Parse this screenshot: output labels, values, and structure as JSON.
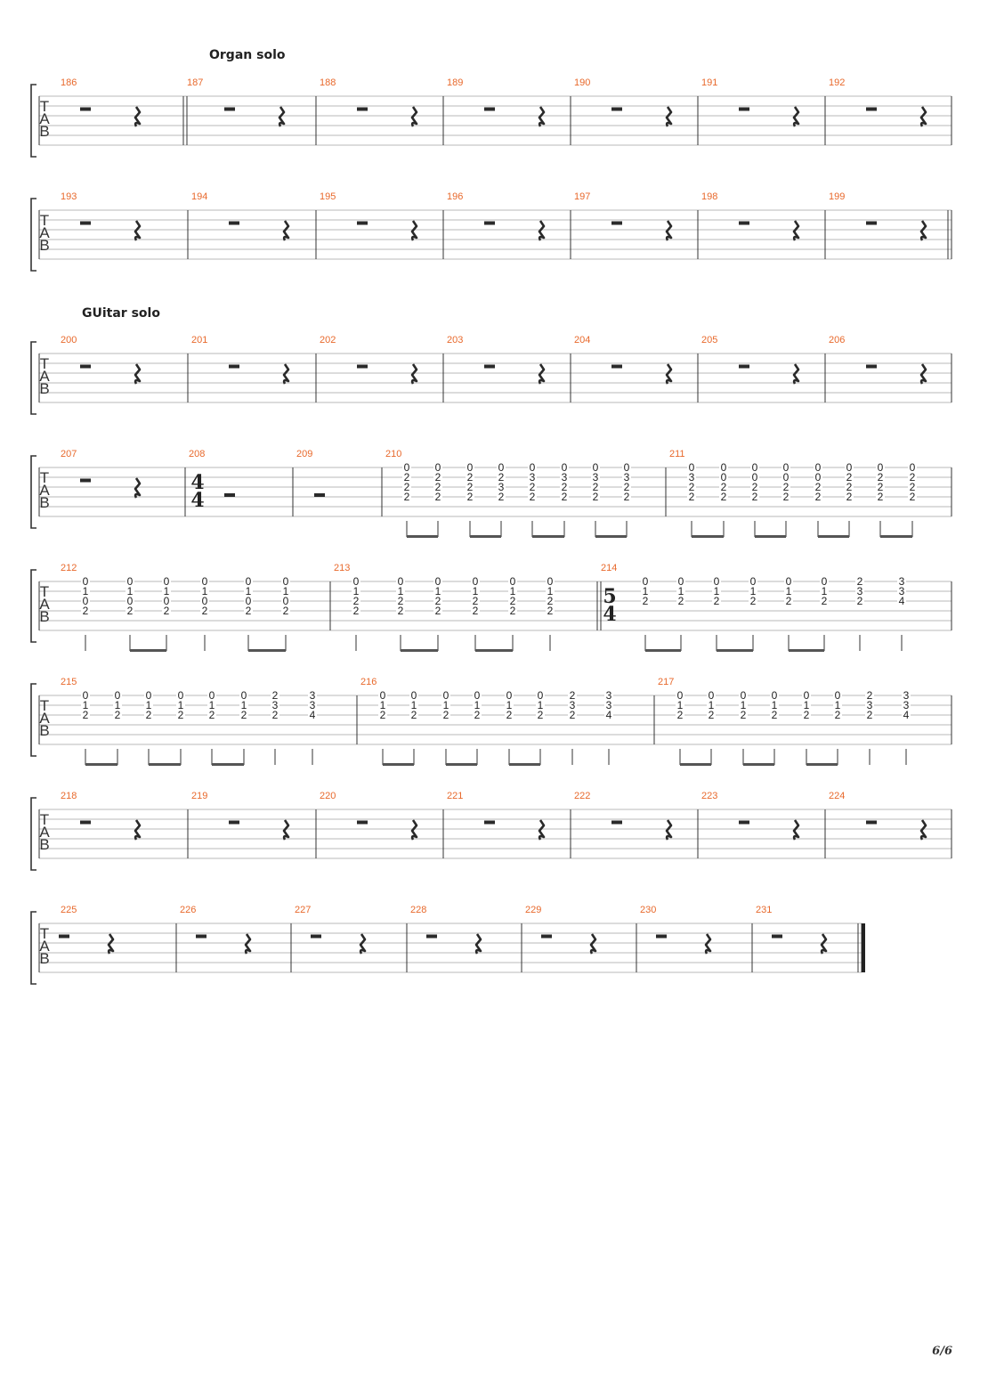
{
  "labels": {
    "organ_solo": "Organ solo",
    "guitar_solo": "GUitar solo"
  },
  "tab_clef": [
    "T",
    "A",
    "B"
  ],
  "page_number": "6/6",
  "accent_color": "#e8692c",
  "systems": [
    {
      "measures": [
        {
          "number": "186",
          "type": "rest"
        },
        {
          "number": "187",
          "type": "rest"
        },
        {
          "number": "188",
          "type": "rest"
        },
        {
          "number": "189",
          "type": "rest"
        },
        {
          "number": "190",
          "type": "rest"
        },
        {
          "number": "191",
          "type": "rest"
        },
        {
          "number": "192",
          "type": "rest"
        }
      ]
    },
    {
      "measures": [
        {
          "number": "193",
          "type": "rest"
        },
        {
          "number": "194",
          "type": "rest"
        },
        {
          "number": "195",
          "type": "rest"
        },
        {
          "number": "196",
          "type": "rest"
        },
        {
          "number": "197",
          "type": "rest"
        },
        {
          "number": "198",
          "type": "rest"
        },
        {
          "number": "199",
          "type": "rest"
        }
      ]
    },
    {
      "measures": [
        {
          "number": "200",
          "type": "rest"
        },
        {
          "number": "201",
          "type": "rest"
        },
        {
          "number": "202",
          "type": "rest"
        },
        {
          "number": "203",
          "type": "rest"
        },
        {
          "number": "204",
          "type": "rest"
        },
        {
          "number": "205",
          "type": "rest"
        },
        {
          "number": "206",
          "type": "rest"
        }
      ]
    },
    {
      "measures": [
        {
          "number": "207",
          "type": "rest"
        },
        {
          "number": "208",
          "type": "whole",
          "time_signature": [
            "4",
            "4"
          ]
        },
        {
          "number": "209",
          "type": "whole"
        },
        {
          "number": "210",
          "type": "notes",
          "beam": [
            [
              0,
              1
            ],
            [
              2,
              3
            ],
            [
              4,
              5
            ],
            [
              6,
              7
            ]
          ],
          "chords": [
            [
              "0",
              "2",
              "2",
              "2"
            ],
            [
              "0",
              "2",
              "2",
              "2"
            ],
            [
              "0",
              "2",
              "2",
              "2"
            ],
            [
              "0",
              "2",
              "3",
              "2"
            ],
            [
              "0",
              "3",
              "2",
              "2"
            ],
            [
              "0",
              "3",
              "2",
              "2"
            ],
            [
              "0",
              "3",
              "2",
              "2"
            ],
            [
              "0",
              "3",
              "2",
              "2"
            ]
          ]
        },
        {
          "number": "211",
          "type": "notes",
          "beam": [
            [
              0,
              1
            ],
            [
              2,
              3
            ],
            [
              4,
              5
            ],
            [
              6,
              7
            ]
          ],
          "chords": [
            [
              "0",
              "3",
              "2",
              "2"
            ],
            [
              "0",
              "0",
              "2",
              "2"
            ],
            [
              "0",
              "0",
              "2",
              "2"
            ],
            [
              "0",
              "0",
              "2",
              "2"
            ],
            [
              "0",
              "0",
              "2",
              "2"
            ],
            [
              "0",
              "2",
              "2",
              "2"
            ],
            [
              "0",
              "2",
              "2",
              "2"
            ],
            [
              "0",
              "2",
              "2",
              "2"
            ]
          ]
        }
      ]
    },
    {
      "measures": [
        {
          "number": "212",
          "type": "notes",
          "beam": [
            [
              0
            ],
            [
              1,
              2
            ],
            [
              3
            ],
            [
              4,
              5
            ]
          ],
          "chords": [
            [
              "0",
              "1",
              "0",
              "2"
            ],
            [
              "0",
              "1",
              "0",
              "2"
            ],
            [
              "0",
              "1",
              "0",
              "2"
            ],
            [
              "0",
              "1",
              "0",
              "2"
            ],
            [
              "0",
              "1",
              "0",
              "2"
            ],
            [
              "0",
              "1",
              "0",
              "2"
            ]
          ]
        },
        {
          "number": "213",
          "type": "notes",
          "beam": [
            [
              0
            ],
            [
              1,
              2
            ],
            [
              3,
              4
            ],
            [
              5
            ]
          ],
          "chords": [
            [
              "0",
              "1",
              "2",
              "2"
            ],
            [
              "0",
              "1",
              "2",
              "2"
            ],
            [
              "0",
              "1",
              "2",
              "2"
            ],
            [
              "0",
              "1",
              "2",
              "2"
            ],
            [
              "0",
              "1",
              "2",
              "2"
            ],
            [
              "0",
              "1",
              "2",
              "2"
            ]
          ]
        },
        {
          "number": "214",
          "type": "notes",
          "time_signature": [
            "5",
            "4"
          ],
          "beam": [
            [
              0,
              1
            ],
            [
              2,
              3
            ],
            [
              4,
              5
            ],
            [
              6
            ],
            [
              7
            ]
          ],
          "chords": [
            [
              "0",
              "1",
              "2"
            ],
            [
              "0",
              "1",
              "2"
            ],
            [
              "0",
              "1",
              "2"
            ],
            [
              "0",
              "1",
              "2"
            ],
            [
              "0",
              "1",
              "2"
            ],
            [
              "0",
              "1",
              "2"
            ],
            [
              "2",
              "3",
              "2"
            ],
            [
              "3",
              "3",
              "4"
            ]
          ]
        }
      ]
    },
    {
      "measures": [
        {
          "number": "215",
          "type": "notes",
          "beam": [
            [
              0,
              1
            ],
            [
              2,
              3
            ],
            [
              4,
              5
            ],
            [
              6
            ],
            [
              7
            ]
          ],
          "chords": [
            [
              "0",
              "1",
              "2"
            ],
            [
              "0",
              "1",
              "2"
            ],
            [
              "0",
              "1",
              "2"
            ],
            [
              "0",
              "1",
              "2"
            ],
            [
              "0",
              "1",
              "2"
            ],
            [
              "0",
              "1",
              "2"
            ],
            [
              "2",
              "3",
              "2"
            ],
            [
              "3",
              "3",
              "4"
            ]
          ]
        },
        {
          "number": "216",
          "type": "notes",
          "beam": [
            [
              0,
              1
            ],
            [
              2,
              3
            ],
            [
              4,
              5
            ],
            [
              6
            ],
            [
              7
            ]
          ],
          "chords": [
            [
              "0",
              "1",
              "2"
            ],
            [
              "0",
              "1",
              "2"
            ],
            [
              "0",
              "1",
              "2"
            ],
            [
              "0",
              "1",
              "2"
            ],
            [
              "0",
              "1",
              "2"
            ],
            [
              "0",
              "1",
              "2"
            ],
            [
              "2",
              "3",
              "2"
            ],
            [
              "3",
              "3",
              "4"
            ]
          ]
        },
        {
          "number": "217",
          "type": "notes",
          "beam": [
            [
              0,
              1
            ],
            [
              2,
              3
            ],
            [
              4,
              5
            ],
            [
              6
            ],
            [
              7
            ]
          ],
          "chords": [
            [
              "0",
              "1",
              "2"
            ],
            [
              "0",
              "1",
              "2"
            ],
            [
              "0",
              "1",
              "2"
            ],
            [
              "0",
              "1",
              "2"
            ],
            [
              "0",
              "1",
              "2"
            ],
            [
              "0",
              "1",
              "2"
            ],
            [
              "2",
              "3",
              "2"
            ],
            [
              "3",
              "3",
              "4"
            ]
          ]
        }
      ]
    },
    {
      "measures": [
        {
          "number": "218",
          "type": "rest"
        },
        {
          "number": "219",
          "type": "rest"
        },
        {
          "number": "220",
          "type": "rest"
        },
        {
          "number": "221",
          "type": "rest"
        },
        {
          "number": "222",
          "type": "rest"
        },
        {
          "number": "223",
          "type": "rest"
        },
        {
          "number": "224",
          "type": "rest"
        }
      ]
    },
    {
      "measures": [
        {
          "number": "225",
          "type": "rest"
        },
        {
          "number": "226",
          "type": "rest"
        },
        {
          "number": "227",
          "type": "rest"
        },
        {
          "number": "228",
          "type": "rest"
        },
        {
          "number": "229",
          "type": "rest"
        },
        {
          "number": "230",
          "type": "rest"
        },
        {
          "number": "231",
          "type": "rest"
        }
      ]
    }
  ]
}
